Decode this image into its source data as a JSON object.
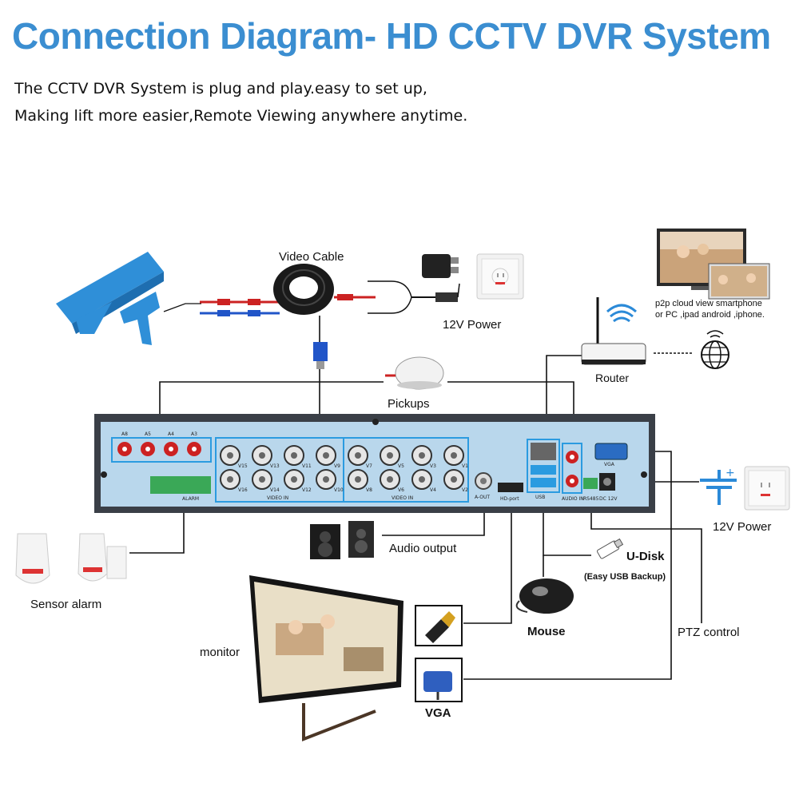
{
  "header": {
    "title": "Connection Diagram- HD CCTV DVR System",
    "subtitle_line1": "The CCTV DVR System is plug and play.easy to set up,",
    "subtitle_line2": "Making lift more easier,Remote Viewing anywhere anytime."
  },
  "labels": {
    "video_cable": "Video Cable",
    "power_top": "12V Power",
    "p2p": "p2p cloud view smartphone",
    "p2p_line2": "or PC ,ipad android ,iphone.",
    "router": "Router",
    "pickups": "Pickups",
    "power_right": "12V Power",
    "audio_output": "Audio output",
    "udisk": "U-Disk",
    "udisk_note": "(Easy USB Backup)",
    "sensor_alarm": "Sensor alarm",
    "monitor": "monitor",
    "mouse": "Mouse",
    "ptz_control": "PTZ control",
    "vga": "VGA"
  },
  "dvr_panel": {
    "alarm_in_labels": [
      "A8",
      "A5",
      "A4",
      "A3"
    ],
    "alarm_block_label": "ALARM",
    "video_in_label": "VIDEO IN",
    "bnc_top_left": [
      "V15",
      "V13",
      "V11",
      "V9"
    ],
    "bnc_bottom_left": [
      "V16",
      "V14",
      "V12",
      "V10"
    ],
    "bnc_top_right": [
      "V7",
      "V5",
      "V3",
      "V1"
    ],
    "bnc_bottom_right": [
      "V8",
      "V6",
      "V4",
      "V2"
    ],
    "audio_out_label": "A-OUT",
    "hdmi_label": "HD-port",
    "usb_label": "USB",
    "audio_in_label": "AUDIO IN",
    "rs485_label": "RS485",
    "dc_label": "DC 12V",
    "vga_label": "VGA"
  },
  "colors": {
    "title_blue": "#3b8ed1",
    "camera_blue": "#2f8fd8",
    "dvr_panel": "#b9d7ec",
    "dvr_body": "#3a3f47",
    "highlight": "#2b9be0"
  }
}
